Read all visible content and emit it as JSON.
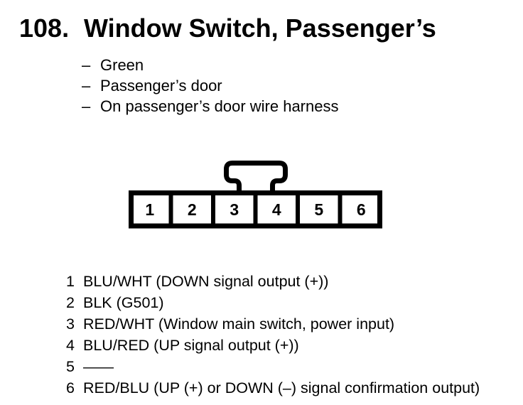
{
  "colors": {
    "background": "#ffffff",
    "ink": "#000000"
  },
  "header": {
    "number": "108.",
    "title": "Window Switch, Passenger’s"
  },
  "details": {
    "bullet": "–",
    "items": [
      "Green",
      "Passenger’s door",
      "On passenger’s door wire harness"
    ]
  },
  "connector": {
    "pins": [
      "1",
      "2",
      "3",
      "4",
      "5",
      "6"
    ]
  },
  "pinout": [
    {
      "pin": "1",
      "description": "BLU/WHT (DOWN signal output (+))"
    },
    {
      "pin": "2",
      "description": "BLK (G501)"
    },
    {
      "pin": "3",
      "description": "RED/WHT (Window main switch, power input)"
    },
    {
      "pin": "4",
      "description": "BLU/RED (UP signal output (+))"
    },
    {
      "pin": "5",
      "description": "——"
    },
    {
      "pin": "6",
      "description": "RED/BLU (UP (+) or DOWN (–) signal confirmation output)"
    }
  ]
}
